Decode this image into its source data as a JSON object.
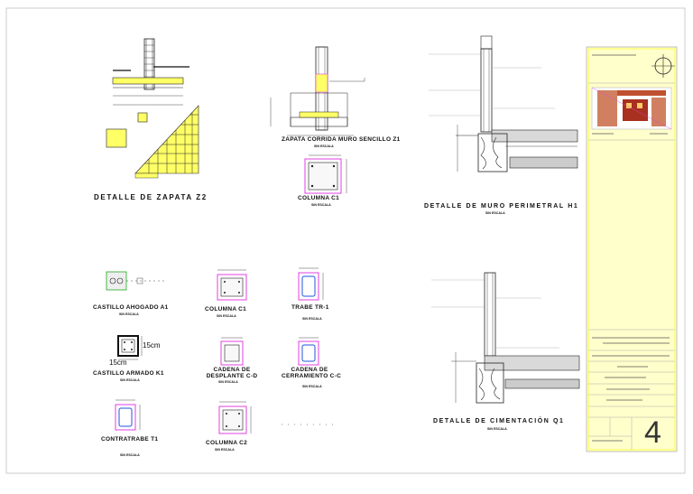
{
  "sheet": {
    "background": "#ffffff",
    "border_color": "#bfbfbf",
    "accent_yellow": "#ffff66",
    "accent_magenta": "#e040e0",
    "accent_green": "#22aa22",
    "accent_blue": "#2255dd"
  },
  "details": {
    "zapata_z2": "DETALLE DE ZAPATA Z2",
    "zapata_corrida": "ZAPATA CORRIDA MURO SENCILLO Z1",
    "zapata_corrida_scale": "SIN ESCALA",
    "columna_c1_top": "COLUMNA C1",
    "columna_c1_top_scale": "SIN ESCALA",
    "muro_perimetral": "DETALLE DE MURO PERIMETRAL H1",
    "muro_perimetral_scale": "SIN ESCALA",
    "castillo_ahogado": "CASTILLO AHOGADO A1",
    "castillo_ahogado_scale": "SIN ESCALA",
    "columna_c1_mid": "COLUMNA C1",
    "columna_c1_mid_scale": "SIN ESCALA",
    "trabe_tr1": "TRABE TR-1",
    "trabe_tr1_scale": "SIN ESCALA",
    "castillo_armado": "CASTILLO ARMADO K1",
    "castillo_armado_scale": "SIN ESCALA",
    "castillo_dim_a": "15cm",
    "castillo_dim_b": "15cm",
    "cadena_desplante": "CADENA DE\nDESPLANTE C-D",
    "cadena_desplante_scale": "SIN ESCALA",
    "cadena_cerramiento": "CADENA DE\nCERRAMIENTO C-C",
    "cadena_cerramiento_scale": "SIN ESCALA",
    "contratrabe": "CONTRATRABE T1",
    "contratrabe_scale": "SIN ESCALA",
    "columna_c2": "COLUMNA C2",
    "columna_c2_scale": "SIN ESCALA",
    "cimentacion": "DETALLE DE CIMENTACIÓN Q1",
    "cimentacion_scale": "SIN ESCALA"
  },
  "title_block": {
    "sheet_number": "4"
  }
}
